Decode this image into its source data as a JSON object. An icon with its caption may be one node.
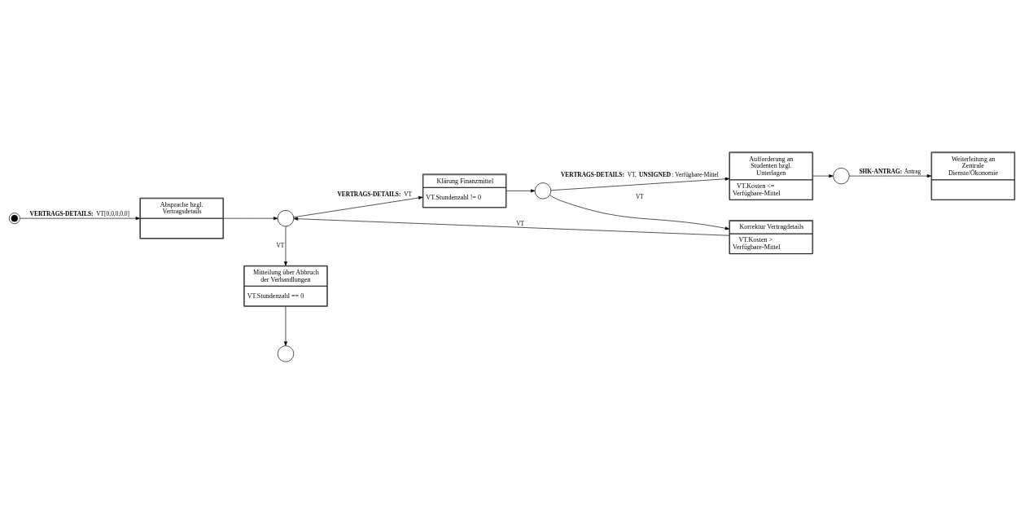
{
  "diagram": {
    "nodes": [
      {
        "text": [],
        "shape": "dot"
      },
      {
        "text": [
          "Absprache bzgl. Vertragsdetails"
        ]
      },
      {
        "text": [],
        "shape": "circle"
      },
      {
        "text": [
          "Mitteilung über Abbruch der Verhandlungen",
          "VT.Stundenzahl == 0"
        ]
      },
      {
        "text": [],
        "shape": "circle"
      },
      {
        "text": [
          "Klärung Finanzmittel",
          "VT.Stundenzahl != 0"
        ]
      },
      {
        "text": [],
        "shape": "circle"
      },
      {
        "text": [
          "Aufforderung an Studenten bzgl. Unterlagen",
          "VT.Kosten <= Verfügbare-Mittel"
        ]
      },
      {
        "text": [],
        "shape": "circle"
      },
      {
        "text": [
          "Weiterleitung an Zentrale Dienste/Ökonomie"
        ]
      },
      {
        "text": [
          "Korrektur Vertragdetails",
          "VT.Kosten > Verfügbare-Mittel"
        ]
      }
    ],
    "edges": [
      {
        "from": 0,
        "to": 1,
        "arrow": "to",
        "label": "**VERTRAGS-DETAILS:** VT[0,0,0,0,0]"
      },
      {
        "from": 1,
        "to": 2,
        "arrow": "to"
      },
      {
        "from": 2,
        "to": 3,
        "arrow": "to",
        "label": "VT"
      },
      {
        "from": 3,
        "to": 4,
        "arrow": "to"
      },
      {
        "from": 2,
        "to": 5,
        "arrow": "to",
        "label": "**VERTRAGS-DETAILS:** VT"
      },
      {
        "from": 5,
        "to": 6,
        "arrow": "to"
      },
      {
        "from": 6,
        "to": 7,
        "arrow": "to",
        "label": "**VERTRAGS-DETAILS:** VT, **UNSIGNED**: Verfügbare-Mittel"
      },
      {
        "from": 7,
        "to": 8,
        "arrow": "to"
      },
      {
        "from": 8,
        "to": 9,
        "arrow": "to",
        "label": "**SHK-ANTRAG:** Antrag"
      },
      {
        "from": 6,
        "to": 10,
        "arrow": "to",
        "label": "VT"
      },
      {
        "from": 10,
        "to": 2,
        "arrow": "to",
        "label": "VT"
      }
    ]
  }
}
